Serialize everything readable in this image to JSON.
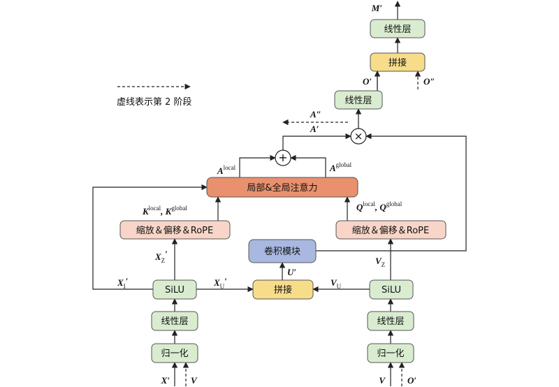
{
  "colors": {
    "green": "#d9ecd0",
    "yellow": "#f7dc8a",
    "orange": "#e9906e",
    "peach": "#f8d5c8",
    "blue": "#a8b8e0"
  },
  "legend": {
    "text": "虚线表示第 2 阶段"
  },
  "boxes": {
    "linear_top": "线性层",
    "concat_top": "拼接",
    "linear_mid": "线性层",
    "attention": "局部&全局注意力",
    "scale_left": "缩放＆偏移＆RoPE",
    "scale_right": "缩放＆偏移＆RoPE",
    "conv": "卷积模块",
    "silu_left": "SiLU",
    "silu_right": "SiLU",
    "concat_bottom": "拼接",
    "linear_left": "线性层",
    "linear_right": "线性层",
    "norm_left": "归一化",
    "norm_right": "归一化"
  },
  "operators": {
    "plus": "+",
    "times": "×"
  },
  "labels": {
    "M_prime": {
      "main": "M′"
    },
    "O_prime": {
      "main": "O′"
    },
    "O_dprime": {
      "main": "O″"
    },
    "A_dprime": {
      "main": "A″"
    },
    "A_prime": {
      "main": "A′"
    },
    "A_local": {
      "main": "A",
      "sup": "local"
    },
    "A_global": {
      "main": "A",
      "sup": "global"
    },
    "K_label": {
      "k1": "K",
      "sup1": "local",
      "sep": ", ",
      "k2": "K",
      "sup2": "global"
    },
    "Q_label": {
      "q1": "Q",
      "sup1": "local",
      "sep": ", ",
      "q2": "Q",
      "sup2": "global"
    },
    "XZ": {
      "main": "X",
      "sub": "Z",
      "prime": "′"
    },
    "XI": {
      "main": "X",
      "sub": "I",
      "prime": "′"
    },
    "XU": {
      "main": "X",
      "sub": "U",
      "prime": "′"
    },
    "U_prime": {
      "main": "U′"
    },
    "VU": {
      "main": "V",
      "sub": "U"
    },
    "VZ": {
      "main": "V",
      "sub": "Z"
    },
    "X_in": {
      "main": "X′"
    },
    "V_in_left": {
      "main": "V"
    },
    "V_in_right": {
      "main": "V"
    },
    "O_in": {
      "main": "O′"
    }
  }
}
